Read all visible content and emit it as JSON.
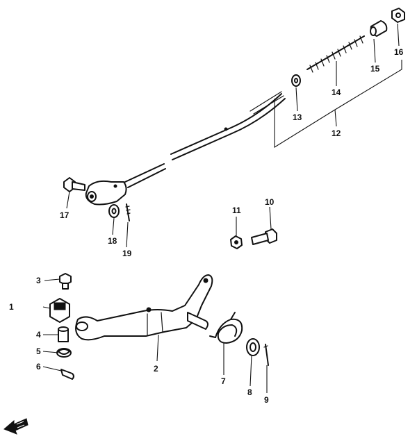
{
  "callouts": {
    "c1": "1",
    "c2": "2",
    "c3": "3",
    "c4": "4",
    "c5": "5",
    "c6": "6",
    "c7": "7",
    "c8": "8",
    "c9": "9",
    "c10": "10",
    "c11": "11",
    "c12": "12",
    "c13": "13",
    "c14": "14",
    "c15": "15",
    "c16": "16",
    "c17": "17",
    "c18": "18",
    "c19": "19"
  },
  "icons": {
    "front_arrow": "front-direction-arrow-icon"
  },
  "colors": {
    "line": "#111111",
    "background": "#ffffff"
  }
}
